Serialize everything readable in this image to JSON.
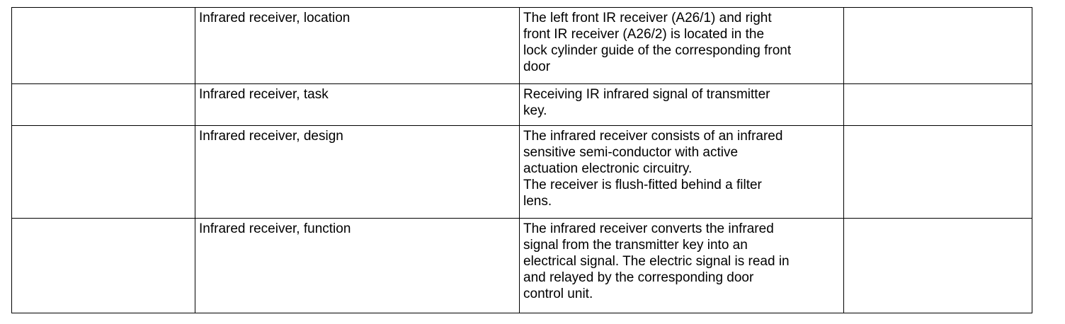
{
  "table": {
    "rows": [
      {
        "col1": "",
        "topic": "Infrared receiver, location",
        "description": "The left front IR receiver (A26/1) and right\nfront IR receiver (A26/2) is located in the\nlock cylinder guide of the corresponding front\ndoor",
        "col4": ""
      },
      {
        "col1": "",
        "topic": "Infrared receiver, task",
        "description": "Receiving IR infrared signal of transmitter\nkey.",
        "col4": ""
      },
      {
        "col1": "",
        "topic": "Infrared receiver, design",
        "description": "The infrared receiver consists of an infrared\nsensitive semi-conductor with active\nactuation electronic circuitry.\nThe receiver is flush-fitted behind a filter\nlens.",
        "col4": ""
      },
      {
        "col1": "",
        "topic": "Infrared receiver, function",
        "description": "The infrared receiver converts the infrared\nsignal from the transmitter key into an\nelectrical signal. The electric signal is read in\nand relayed by the corresponding door\ncontrol unit.",
        "col4": ""
      }
    ]
  }
}
